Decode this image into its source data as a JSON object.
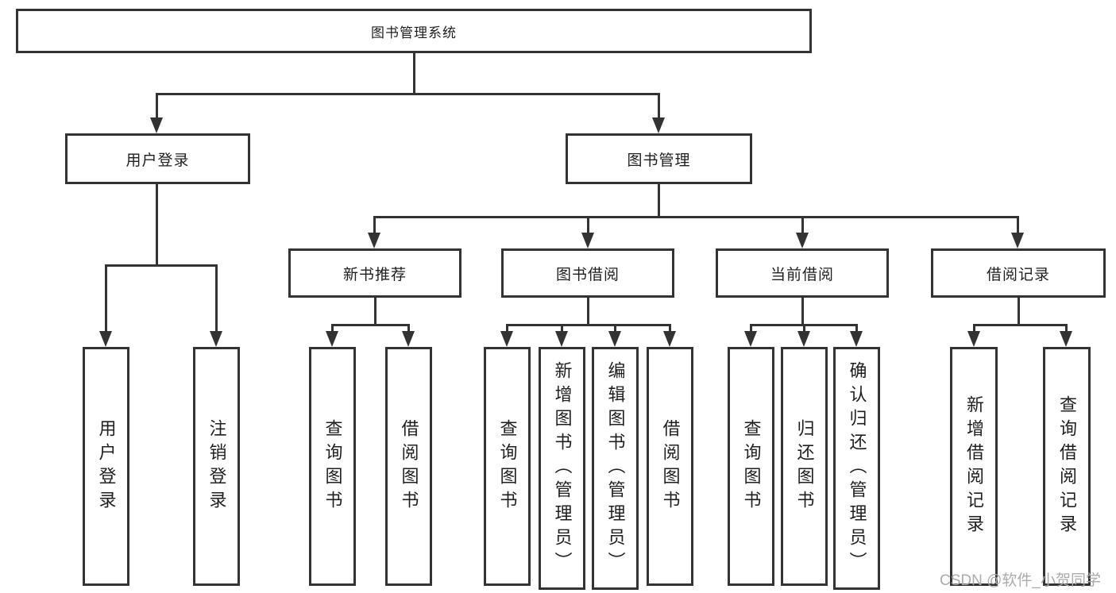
{
  "colors": {
    "background": "#ffffff",
    "box_border": "#333333",
    "connector": "#333333",
    "text": "#1f1f1f",
    "watermark": "#ababab"
  },
  "watermark": {
    "text": "CSDN @软件_小贺同学"
  },
  "tree": {
    "root": {
      "label": "图书管理系统"
    },
    "branches": [
      {
        "label": "用户登录",
        "leaves": [
          {
            "label": "用户登录"
          },
          {
            "label": "注销登录"
          }
        ]
      },
      {
        "label": "图书管理",
        "sections": [
          {
            "label": "新书推荐",
            "leaves": [
              {
                "label": "查询图书"
              },
              {
                "label": "借阅图书"
              }
            ]
          },
          {
            "label": "图书借阅",
            "leaves": [
              {
                "label": "查询图书"
              },
              {
                "label": "新增图书（管理员）"
              },
              {
                "label": "编辑图书（管理员）"
              },
              {
                "label": "借阅图书"
              }
            ]
          },
          {
            "label": "当前借阅",
            "leaves": [
              {
                "label": "查询图书"
              },
              {
                "label": "归还图书"
              },
              {
                "label": "确认归还（管理员）"
              }
            ]
          },
          {
            "label": "借阅记录",
            "leaves": [
              {
                "label": "新增借阅记录"
              },
              {
                "label": "查询借阅记录"
              }
            ]
          }
        ]
      }
    ]
  }
}
